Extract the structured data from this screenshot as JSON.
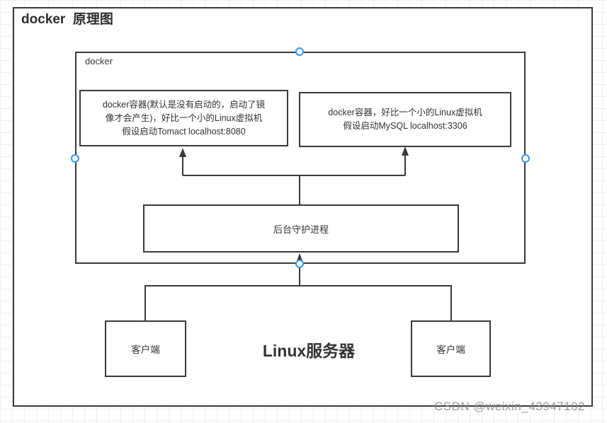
{
  "header": {
    "title": "docker  原理图"
  },
  "diagram": {
    "group_label": "docker",
    "container_tomcat": {
      "lines": [
        "docker容器(默认是没有启动的，启动了镜",
        "像才会产生)，好比一个小的Linux虚拟机",
        "假设启动Tomact localhost:8080"
      ]
    },
    "container_mysql": {
      "lines": [
        "docker容器，好比一个小的Linux虚拟机",
        "假设启动MySQL localhost:3306"
      ]
    },
    "daemon_label": "后台守护进程",
    "client_left_label": "客户端",
    "client_right_label": "客户端",
    "server_label": "Linux服务器"
  },
  "watermark": "CSDN @weixin_43947102",
  "colors": {
    "line": "#3a3a3a",
    "text": "#333333",
    "connection_point_stroke": "#3399ff",
    "connection_point_fill": "#ffffff",
    "watermark": "#8c8c8c",
    "grid_line": "#efefef",
    "background": "#ffffff"
  }
}
